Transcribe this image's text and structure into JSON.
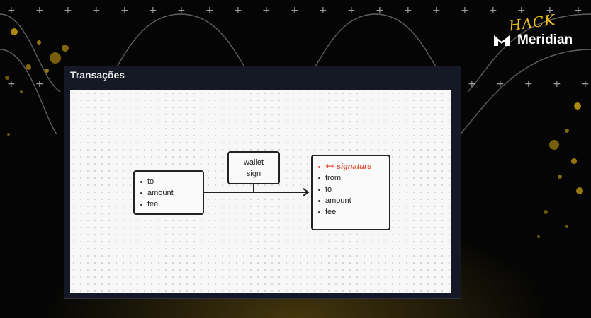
{
  "brand": {
    "hack": "HACK",
    "name": "Meridian",
    "logo_icon": "meridian-m-icon"
  },
  "panel": {
    "title": "Transações"
  },
  "diagram": {
    "input_node": {
      "fields": [
        "to",
        "amount",
        "fee"
      ]
    },
    "wallet_node": {
      "line1": "wallet",
      "line2": "sign"
    },
    "output_node": {
      "highlight": "++ signature",
      "fields": [
        "from",
        "to",
        "amount",
        "fee"
      ]
    }
  },
  "colors": {
    "background": "#050505",
    "accent_gold": "#f2c21b",
    "highlight_red": "#e0533a",
    "panel": "#141925",
    "canvas": "#f7f7f7"
  }
}
